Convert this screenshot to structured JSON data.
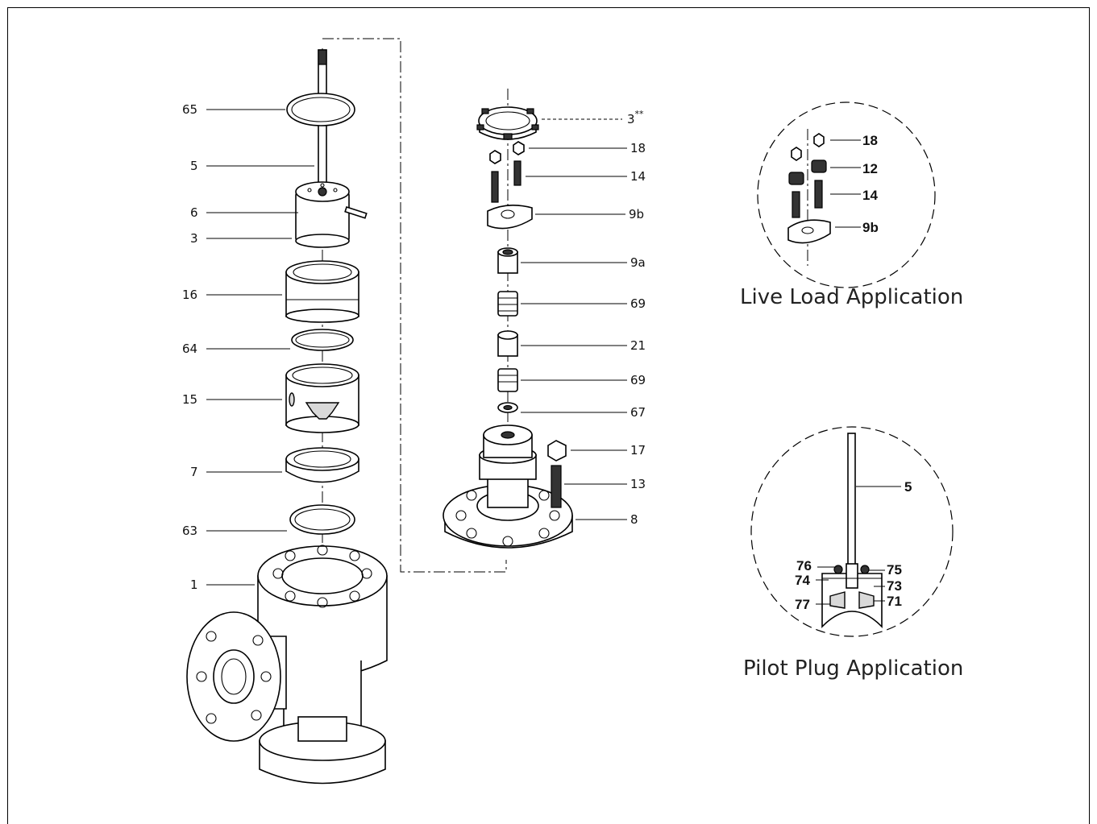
{
  "callouts_left": [
    {
      "id": "65",
      "label": "65"
    },
    {
      "id": "5",
      "label": "5"
    },
    {
      "id": "6",
      "label": "6"
    },
    {
      "id": "3",
      "label": "3"
    },
    {
      "id": "16",
      "label": "16"
    },
    {
      "id": "64",
      "label": "64"
    },
    {
      "id": "15",
      "label": "15"
    },
    {
      "id": "7",
      "label": "7"
    },
    {
      "id": "63",
      "label": "63"
    },
    {
      "id": "1",
      "label": "1"
    }
  ],
  "callouts_right": [
    {
      "id": "3",
      "label": "3",
      "sup": "**"
    },
    {
      "id": "18",
      "label": "18"
    },
    {
      "id": "14",
      "label": "14"
    },
    {
      "id": "9b",
      "label": "9b"
    },
    {
      "id": "9a",
      "label": "9a"
    },
    {
      "id": "69a",
      "label": "69"
    },
    {
      "id": "21",
      "label": "21"
    },
    {
      "id": "69b",
      "label": "69"
    },
    {
      "id": "67",
      "label": "67"
    },
    {
      "id": "17",
      "label": "17"
    },
    {
      "id": "13",
      "label": "13"
    },
    {
      "id": "8",
      "label": "8"
    }
  ],
  "live_load": {
    "caption": "Live Load Application",
    "callouts": [
      "18",
      "12",
      "14",
      "9b"
    ]
  },
  "pilot_plug": {
    "caption": "Pilot Plug Application",
    "callouts": [
      "5",
      "76",
      "75",
      "74",
      "73",
      "77",
      "71"
    ]
  }
}
